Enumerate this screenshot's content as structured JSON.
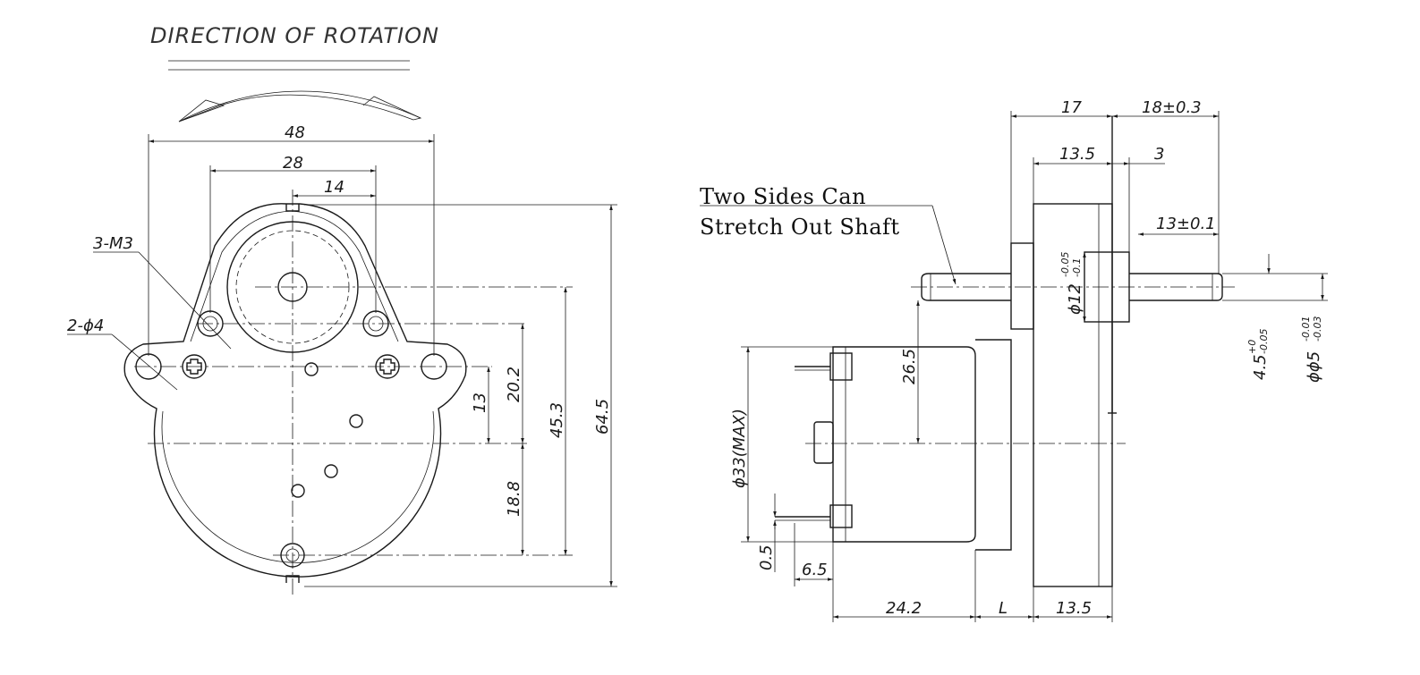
{
  "title": "DIRECTION OF ROTATION",
  "note": {
    "line1": "Two Sides Can",
    "line2": "Stretch Out Shaft"
  },
  "front_view": {
    "width_overall": "48",
    "width_holes": "28",
    "offset_center": "14",
    "thread_label": "3-M3",
    "hole_label": "2-ϕ4",
    "dim_13": "13",
    "dim_20_2": "20.2",
    "dim_45_3": "45.3",
    "dim_64_5": "64.5",
    "dim_18_8": "18.8"
  },
  "side_view": {
    "dim_17": "17",
    "dim_18": "18±0.3",
    "dim_13_5_top": "13.5",
    "dim_3": "3",
    "dim_13": "13±0.1",
    "dim_12": "ϕ12",
    "tol_12": [
      "-0.05",
      "-0.1"
    ],
    "dim_26_5": "26.5",
    "dim_33": "ϕ33(MAX)",
    "dim_0_5": "0.5",
    "dim_6_5": "6.5",
    "dim_24_2": "24.2",
    "dim_L": "L",
    "dim_13_5_bot": "13.5",
    "dim_4_5": "4.5",
    "tol_4_5": [
      "+0",
      "-0.05"
    ],
    "dim_5": "ϕϕ5",
    "tol_5": [
      "-0.01",
      "-0.03"
    ]
  }
}
